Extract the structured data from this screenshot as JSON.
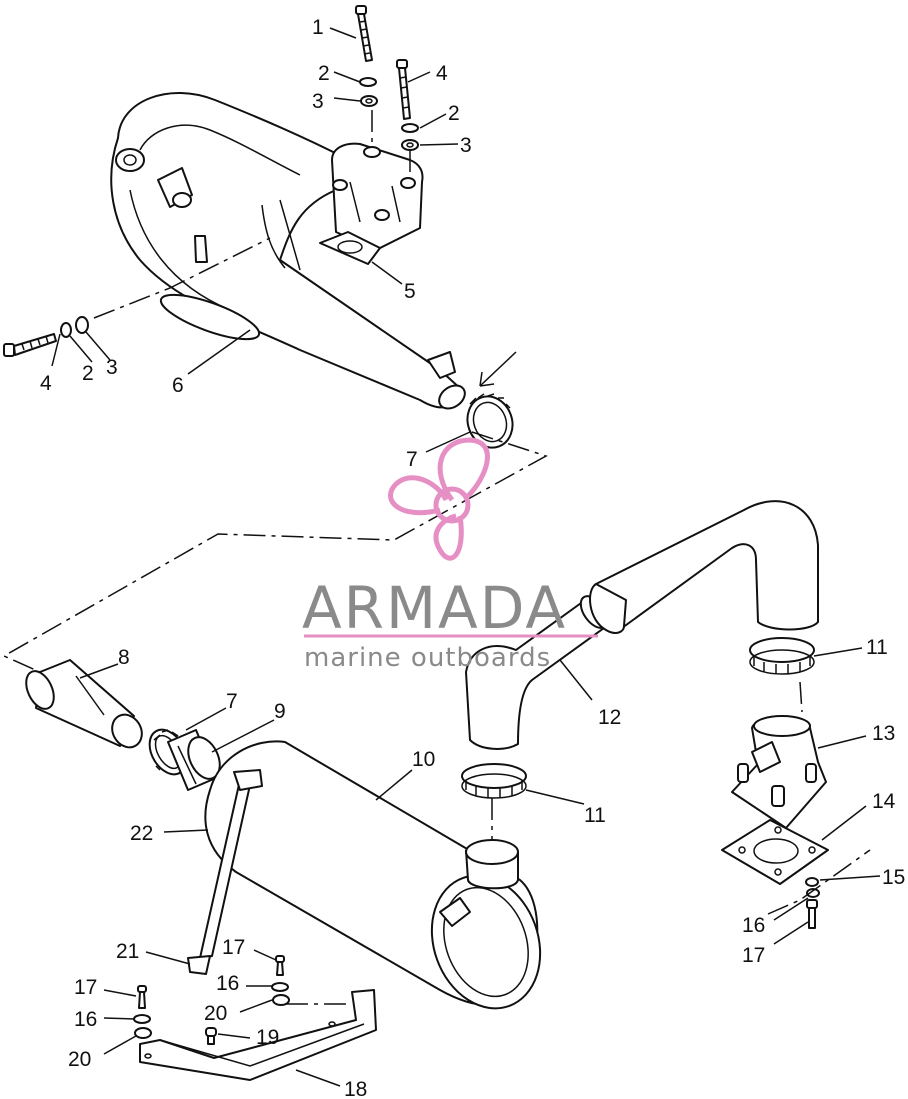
{
  "callouts": [
    {
      "id": "c1a",
      "text": "1"
    },
    {
      "id": "c2a",
      "text": "2"
    },
    {
      "id": "c3a",
      "text": "3"
    },
    {
      "id": "c4a",
      "text": "4"
    },
    {
      "id": "c2b",
      "text": "2"
    },
    {
      "id": "c3b",
      "text": "3"
    },
    {
      "id": "c5",
      "text": "5"
    },
    {
      "id": "c4b",
      "text": "4"
    },
    {
      "id": "c2c",
      "text": "2"
    },
    {
      "id": "c3c",
      "text": "3"
    },
    {
      "id": "c6",
      "text": "6"
    },
    {
      "id": "c7a",
      "text": "7"
    },
    {
      "id": "c8",
      "text": "8"
    },
    {
      "id": "c7b",
      "text": "7"
    },
    {
      "id": "c9",
      "text": "9"
    },
    {
      "id": "c10",
      "text": "10"
    },
    {
      "id": "c11a",
      "text": "11"
    },
    {
      "id": "c11b",
      "text": "11"
    },
    {
      "id": "c12",
      "text": "12"
    },
    {
      "id": "c13",
      "text": "13"
    },
    {
      "id": "c14",
      "text": "14"
    },
    {
      "id": "c15",
      "text": "15"
    },
    {
      "id": "c16a",
      "text": "16"
    },
    {
      "id": "c17a",
      "text": "17"
    },
    {
      "id": "c22",
      "text": "22"
    },
    {
      "id": "c21",
      "text": "21"
    },
    {
      "id": "c17b",
      "text": "17"
    },
    {
      "id": "c16b",
      "text": "16"
    },
    {
      "id": "c20a",
      "text": "20"
    },
    {
      "id": "c17c",
      "text": "17"
    },
    {
      "id": "c16c",
      "text": "16"
    },
    {
      "id": "c20b",
      "text": "20"
    },
    {
      "id": "c19",
      "text": "19"
    },
    {
      "id": "c18",
      "text": "18"
    }
  ],
  "watermark": {
    "name": "ARMADA",
    "tagline": "marine outboards",
    "accent_color": "#e58fc4",
    "text_color": "#8a8a8a"
  }
}
